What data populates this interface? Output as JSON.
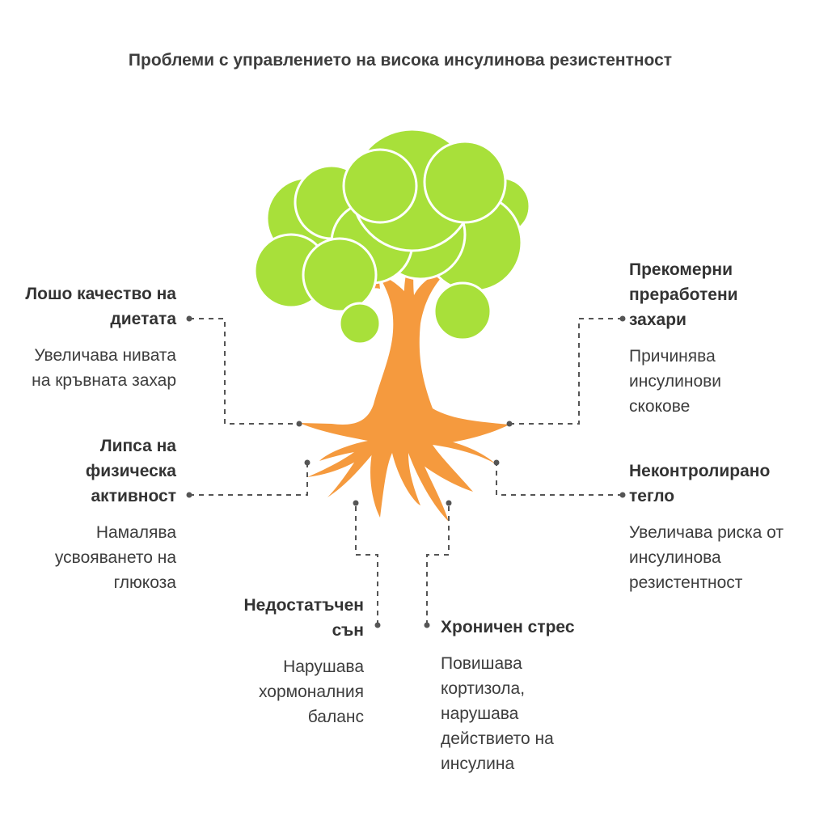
{
  "title": "Проблеми с управлението на висока инсулинова резистентност",
  "colors": {
    "foliage": "#a8e03a",
    "trunk": "#f59a3e",
    "connector": "#555555",
    "text": "#3a3a3a"
  },
  "items": [
    {
      "heading": "Лошо качество на диетата",
      "description": "Увеличава нивата на кръвната захар"
    },
    {
      "heading": "Липса на физическа активност",
      "description": "Намалява усвояването на глюкоза"
    },
    {
      "heading": "Недостатъчен сън",
      "description": "Нарушава хормоналния баланс"
    },
    {
      "heading": "Хроничен стрес",
      "description": "Повишава кортизола, нарушава действието на инсулина"
    },
    {
      "heading": "Неконтролирано тегло",
      "description": "Увеличава риска от инсулинова резистентност"
    },
    {
      "heading": "Прекомерни преработени захари",
      "description": "Причинява инсулинови скокове"
    }
  ]
}
